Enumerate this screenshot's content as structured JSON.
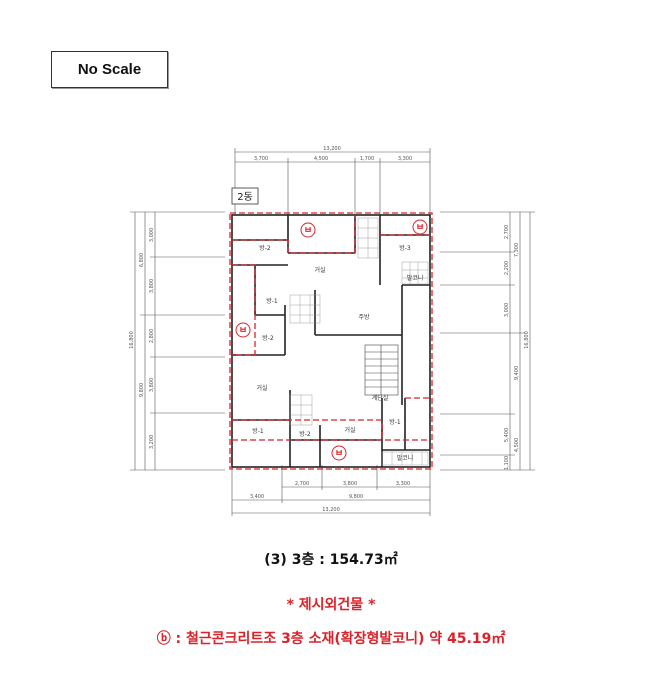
{
  "scale_label": "No Scale",
  "plan": {
    "building_label": "2동",
    "top_dims": {
      "total": "13,200",
      "segments": [
        "3,700",
        "4,500",
        "1,700",
        "3,300"
      ]
    },
    "bottom_dims": {
      "total": "13,200",
      "row1": [
        "2,700",
        "3,800",
        "3,300"
      ],
      "row2": [
        "3,400",
        "9,800"
      ]
    },
    "left_dims": {
      "total": "16,800",
      "group": [
        "6,800",
        "9,800"
      ],
      "segments": [
        "3,000",
        "3,800",
        "2,800",
        "3,800",
        "3,200"
      ]
    },
    "right_dims": {
      "total": "16,800",
      "group": [
        "7,300",
        "9,400"
      ],
      "segments": [
        "2,700",
        "2,200",
        "3,000",
        "5,400",
        "1,100"
      ],
      "sub": "4,500"
    },
    "rooms": {
      "living1": "거실",
      "living2": "거실",
      "living3": "거실",
      "room2a": "방-2",
      "room1a": "방-1",
      "room3": "방-3",
      "room2b": "방-2",
      "room1b": "방-1",
      "room1c": "방-1",
      "room2c": "방-2",
      "kitchen": "주방",
      "balcony1": "발코니",
      "balcony2": "발코니",
      "hall": "계단실"
    },
    "marker": "ㅂ"
  },
  "floor_caption": "(3) 3층 : 154.73㎡",
  "note_title": "* 제시외건물 *",
  "note_line": "ⓑ : 철근콘크리트조 3층 소재(확장형발코니) 약 45.19㎡",
  "colors": {
    "accent_red": "#d9232a",
    "text": "#111111"
  }
}
